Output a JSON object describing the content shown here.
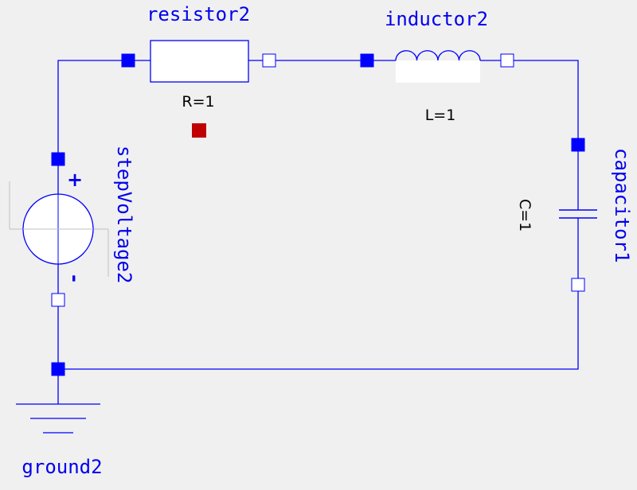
{
  "colors": {
    "background": "#f0f0f0",
    "wire": "#0000ff",
    "label": "#0000ee",
    "parameter": "#000000",
    "selection_marker": "#c00000"
  },
  "components": {
    "resistor": {
      "name": "resistor2",
      "param": "R=1"
    },
    "inductor": {
      "name": "inductor2",
      "param": "L=1"
    },
    "capacitor": {
      "name": "capacitor1",
      "param": "C=1"
    },
    "source": {
      "name": "stepVoltage2",
      "plus": "+",
      "minus": "-"
    },
    "ground": {
      "name": "ground2"
    }
  }
}
